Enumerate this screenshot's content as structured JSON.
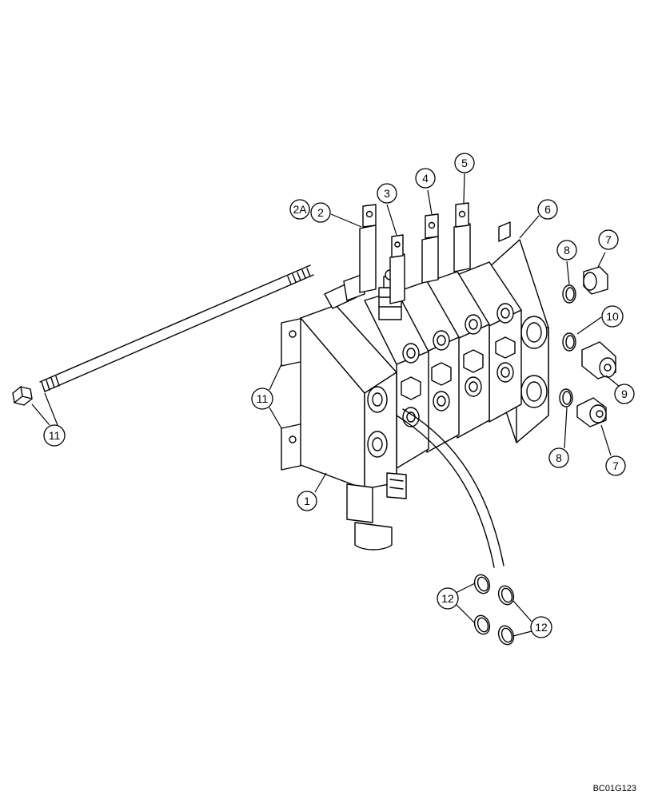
{
  "diagram": {
    "reference_code": "BC01G123",
    "callouts": [
      {
        "id": "c-2A",
        "label": "2A"
      },
      {
        "id": "c-2",
        "label": "2"
      },
      {
        "id": "c-3",
        "label": "3"
      },
      {
        "id": "c-4",
        "label": "4"
      },
      {
        "id": "c-5",
        "label": "5"
      },
      {
        "id": "c-6",
        "label": "6"
      },
      {
        "id": "c-7a",
        "label": "7"
      },
      {
        "id": "c-8a",
        "label": "8"
      },
      {
        "id": "c-10",
        "label": "10"
      },
      {
        "id": "c-9",
        "label": "9"
      },
      {
        "id": "c-8b",
        "label": "8"
      },
      {
        "id": "c-7b",
        "label": "7"
      },
      {
        "id": "c-11a",
        "label": "11"
      },
      {
        "id": "c-11b",
        "label": "11"
      },
      {
        "id": "c-1",
        "label": "1"
      },
      {
        "id": "c-12a",
        "label": "12"
      },
      {
        "id": "c-12b",
        "label": "12"
      }
    ]
  }
}
